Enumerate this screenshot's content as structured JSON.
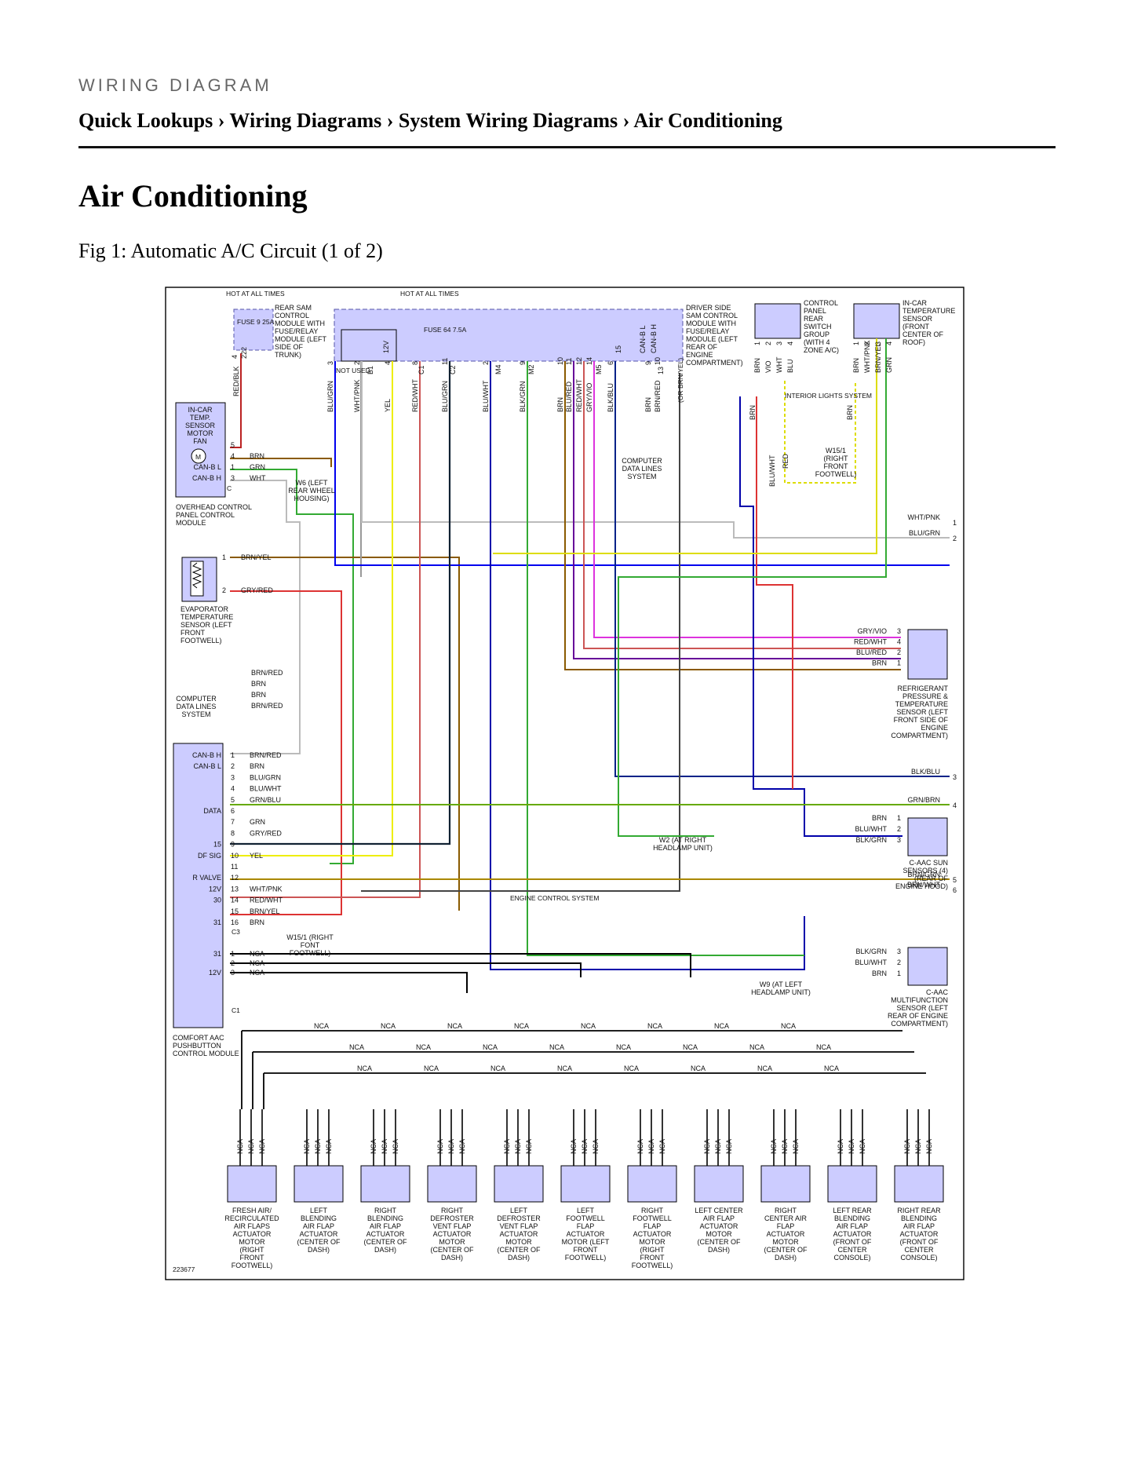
{
  "header": {
    "eyebrow": "WIRING DIAGRAM",
    "breadcrumb": "Quick Lookups › Wiring Diagrams › System Wiring Diagrams › Air Conditioning",
    "page_title": "Air Conditioning",
    "figure_caption": "Fig 1: Automatic A/C Circuit (1 of 2)"
  },
  "diagram": {
    "figure_id": "223677",
    "hot_at_all_times": "HOT AT ALL TIMES",
    "modules": {
      "rear_sam": "REAR SAM CONTROL MODULE WITH FUSE/RELAY MODULE (LEFT SIDE OF TRUNK)",
      "fuse_9": "FUSE 9 25A",
      "driver_sam": "DRIVER SIDE SAM CONTROL MODULE WITH FUSE/RELAY MODULE (LEFT REAR OF ENGINE COMPARTMENT)",
      "fuse_64": "FUSE 64 7.5A",
      "control_panel": "CONTROL PANEL REAR SWITCH GROUP (WITH 4 ZONE A/C)",
      "incar_temp_sensor": "IN-CAR TEMPERATURE SENSOR (FRONT CENTER OF ROOF)",
      "incar_fan": "IN-CAR TEMP. SENSOR MOTOR FAN",
      "overhead_panel": "OVERHEAD CONTROL PANEL CONTROL MODULE",
      "evaporator": "EVAPORATOR TEMPERATURE SENSOR (LEFT FRONT FOOTWELL)",
      "computer_data_lines": "COMPUTER DATA LINES SYSTEM",
      "refrigerant": "REFRIGERANT PRESSURE & TEMPERATURE SENSOR (LEFT FRONT SIDE OF ENGINE COMPARTMENT)",
      "sun_sensors": "C-AAC SUN SENSORS (4) (REAR OF ENGINE HOOD)",
      "multifunction": "C-AAC MULTIFUNCTION SENSOR (LEFT REAR OF ENGINE COMPARTMENT)",
      "comfort_module": "COMFORT AAC PUSHBUTTON CONTROL MODULE",
      "interior_lights": "INTERIOR LIGHTS SYSTEM",
      "engine_control": "ENGINE CONTROL SYSTEM",
      "not_used": "NOT USED"
    },
    "grounds": {
      "w6": "W6 (LEFT REAR WHEEL HOUSING)",
      "w15_1_roof": "W15/1 (RIGHT FRONT FOOTWELL)",
      "w15_1_module": "W15/1 (RIGHT FONT FOOTWELL)",
      "w2": "W2 (AT RIGHT HEADLAMP UNIT)",
      "w9": "W9 (AT LEFT HEADLAMP UNIT)"
    },
    "actuators": [
      "FRESH AIR/ RECIRCULATED AIR FLAPS ACTUATOR MOTOR (RIGHT FRONT FOOTWELL)",
      "LEFT BLENDING AIR FLAP ACTUATOR (CENTER OF DASH)",
      "RIGHT BLENDING AIR FLAP ACTUATOR (CENTER OF DASH)",
      "RIGHT DEFROSTER VENT FLAP ACTUATOR MOTOR (CENTER OF DASH)",
      "LEFT DEFROSTER VENT FLAP ACTUATOR MOTOR (CENTER OF DASH)",
      "LEFT FOOTWELL FLAP ACTUATOR MOTOR (LEFT FRONT FOOTWELL)",
      "RIGHT FOOTWELL FLAP ACTUATOR MOTOR (RIGHT FRONT FOOTWELL)",
      "LEFT CENTER AIR FLAP ACTUATOR MOTOR (CENTER OF DASH)",
      "RIGHT CENTER AIR FLAP ACTUATOR MOTOR (CENTER OF DASH)",
      "LEFT REAR BLENDING AIR FLAP ACTUATOR (FRONT OF CENTER CONSOLE)",
      "RIGHT REAR BLENDING AIR FLAP ACTUATOR (FRONT OF CENTER CONSOLE)"
    ],
    "comfort_pins": [
      {
        "pin": "1",
        "wire": "BRN/RED",
        "label": "CAN-B H"
      },
      {
        "pin": "2",
        "wire": "BRN",
        "label": "CAN-B L"
      },
      {
        "pin": "3",
        "wire": "BLU/GRN",
        "label": ""
      },
      {
        "pin": "4",
        "wire": "BLU/WHT",
        "label": ""
      },
      {
        "pin": "5",
        "wire": "GRN/BLU",
        "label": ""
      },
      {
        "pin": "6",
        "wire": "",
        "label": "DATA"
      },
      {
        "pin": "7",
        "wire": "GRN",
        "label": ""
      },
      {
        "pin": "8",
        "wire": "GRY/RED",
        "label": ""
      },
      {
        "pin": "9",
        "wire": "",
        "label": "15"
      },
      {
        "pin": "10",
        "wire": "YEL",
        "label": "DF SIG"
      },
      {
        "pin": "11",
        "wire": "",
        "label": ""
      },
      {
        "pin": "12",
        "wire": "",
        "label": "R VALVE"
      },
      {
        "pin": "13",
        "wire": "WHT/PNK",
        "label": "12V"
      },
      {
        "pin": "14",
        "wire": "RED/WHT",
        "label": "30"
      },
      {
        "pin": "15",
        "wire": "BRN/YEL",
        "label": ""
      },
      {
        "pin": "16",
        "wire": "BRN",
        "label": "31"
      }
    ],
    "comfort_lower_pins": [
      {
        "pin": "1",
        "wire": "NCA",
        "label": "31"
      },
      {
        "pin": "2",
        "wire": "NCA",
        "label": ""
      },
      {
        "pin": "3",
        "wire": "NCA",
        "label": "12V"
      }
    ],
    "comfort_conn": {
      "c3": "C3",
      "c1": "C1"
    },
    "overhead_pins": [
      {
        "pin": "5",
        "wire": "",
        "label": ""
      },
      {
        "pin": "4",
        "wire": "BRN",
        "label": ""
      },
      {
        "pin": "1",
        "wire": "GRN",
        "label": "CAN-B L"
      },
      {
        "pin": "3",
        "wire": "WHT",
        "label": "CAN-B H"
      }
    ],
    "overhead_conn": "C",
    "evap_pins": [
      {
        "pin": "1",
        "wire": "BRN/YEL"
      },
      {
        "pin": "2",
        "wire": "GRY/RED"
      }
    ],
    "cdl_wires": [
      "BRN/RED",
      "BRN",
      "BRN",
      "BRN/RED"
    ],
    "refrigerant_pins": [
      {
        "pin": "3",
        "wire": "GRY/VIO"
      },
      {
        "pin": "4",
        "wire": "RED/WHT"
      },
      {
        "pin": "2",
        "wire": "BLU/RED"
      },
      {
        "pin": "1",
        "wire": "BRN"
      }
    ],
    "sun_pins": [
      {
        "pin": "1",
        "wire": "BRN"
      },
      {
        "pin": "2",
        "wire": "BLU/WHT"
      },
      {
        "pin": "3",
        "wire": "BLK/GRN"
      }
    ],
    "multi_pins": [
      {
        "pin": "3",
        "wire": "BLK/GRN"
      },
      {
        "pin": "2",
        "wire": "BLU/WHT"
      },
      {
        "pin": "1",
        "wire": "BRN"
      }
    ],
    "offpage": [
      {
        "wire": "WHT/PNK",
        "ref": "1"
      },
      {
        "wire": "BLU/GRN",
        "ref": "2"
      },
      {
        "wire": "BLK/BLU",
        "ref": "3"
      },
      {
        "wire": "GRN/BRN",
        "ref": "4"
      },
      {
        "wire": "BRN/GRN",
        "ref": "5"
      },
      {
        "wire": "BRN/WHT",
        "ref": "6"
      }
    ],
    "driver_sam_pins": [
      {
        "pin": "3",
        "wire": "BLU/GRN"
      },
      {
        "pin": "2",
        "wire": "WHT/PNK"
      },
      {
        "pin": "4",
        "wire": "YEL"
      },
      {
        "pin": "8",
        "wire": "RED/WHT"
      },
      {
        "pin": "11",
        "wire": "BLU/GRN"
      },
      {
        "pin": "2",
        "wire": "BLU/WHT"
      },
      {
        "pin": "9",
        "wire": "BLK/GRN"
      },
      {
        "pin": "10",
        "wire": "BRN"
      },
      {
        "pin": "11",
        "wire": "BLU/RED"
      },
      {
        "pin": "12",
        "wire": "RED/WHT"
      },
      {
        "pin": "14",
        "wire": "GRY/VIO"
      },
      {
        "pin": "6",
        "wire": "BLK/BLU"
      },
      {
        "pin": "9",
        "wire": "BRN"
      },
      {
        "pin": "10",
        "wire": "BRN/RED"
      }
    ],
    "driver_sam_conn": [
      "B1",
      "C1",
      "C2",
      "M4",
      "M2",
      "M5",
      "13"
    ],
    "driver_sam_top": [
      "12V",
      "15",
      "CAN-B L",
      "CAN-B H"
    ],
    "rear_sam_pin": {
      "pin": "4",
      "conn": "222",
      "wire": "RED/BLK"
    },
    "brn_red_alt": "(OR BRN/YEL)",
    "control_panel_pins": [
      {
        "pin": "1",
        "wire": "BRN"
      },
      {
        "pin": "2",
        "wire": "VIO"
      },
      {
        "pin": "3",
        "wire": "WHT"
      },
      {
        "pin": "4",
        "wire": "BLU"
      }
    ],
    "incar_sensor_pins": [
      {
        "pin": "1",
        "wire": "BRN"
      },
      {
        "pin": "2",
        "wire": "WHT/PNK"
      },
      {
        "pin": "3",
        "wire": "BRN/YEL"
      },
      {
        "pin": "4",
        "wire": "GRN"
      }
    ],
    "roof_wires": [
      "BRN",
      "BRN",
      "BLU/WHT",
      "RED"
    ],
    "nca": "NCA",
    "motor_symbol": "M"
  }
}
